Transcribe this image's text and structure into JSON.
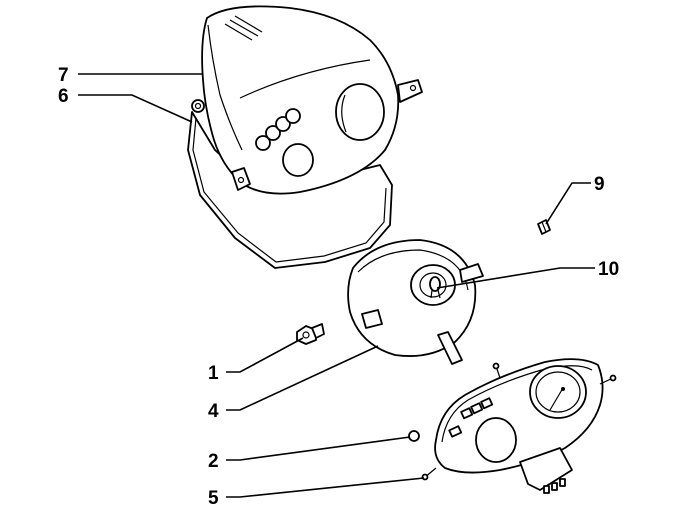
{
  "callouts": [
    {
      "id": "7",
      "label": "7"
    },
    {
      "id": "6",
      "label": "6"
    },
    {
      "id": "9",
      "label": "9"
    },
    {
      "id": "10",
      "label": "10"
    },
    {
      "id": "1",
      "label": "1"
    },
    {
      "id": "4",
      "label": "4"
    },
    {
      "id": "2",
      "label": "2"
    },
    {
      "id": "5",
      "label": "5"
    }
  ]
}
